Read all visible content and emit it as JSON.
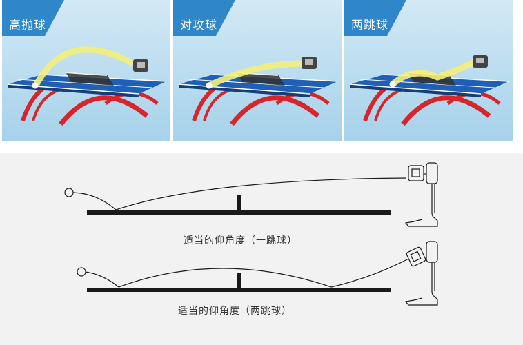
{
  "panels": [
    {
      "label": "高抛球",
      "mode": "high"
    },
    {
      "label": "对攻球",
      "mode": "attack"
    },
    {
      "label": "两跳球",
      "mode": "two"
    }
  ],
  "diagrams": [
    {
      "caption": "适当的仰角度（一跳球）"
    },
    {
      "caption": "适当的仰角度（两跳球）"
    }
  ],
  "colors": {
    "sky_top": "#cfe6f3",
    "sky_bottom": "#9ecde6",
    "tag_blue": "#2f86c8",
    "table_blue": "#1f5fb5",
    "legs_red": "#d7262b",
    "trajectory_yellow": "#f4f07a",
    "bottom_bg": "#f2f2f2",
    "line_dark": "#1a1a1a"
  }
}
